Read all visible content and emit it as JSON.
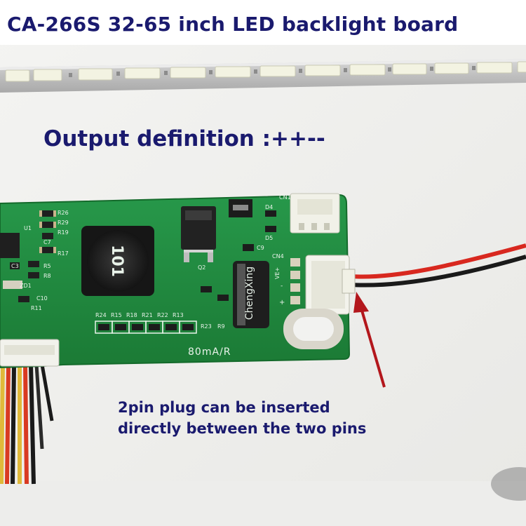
{
  "header": {
    "title": "CA-266S 32-65 inch LED backlight board"
  },
  "photo": {
    "subtitle": "Output definition :++--",
    "callout": {
      "line1": "2pin plug can be inserted",
      "line2": "directly between the two pins"
    },
    "board_markings": {
      "inductor": "101",
      "capacitor": "ChengXing",
      "current": "80mA/R",
      "refs": [
        "R26",
        "R29",
        "R19",
        "R17",
        "R5",
        "R8",
        "C3",
        "C7",
        "C10",
        "R11",
        "U1",
        "ZD1",
        "R24",
        "R15",
        "R18",
        "R21",
        "R22",
        "R13",
        "R23",
        "R9",
        "Q2",
        "C9",
        "D4",
        "D5",
        "CN1",
        "CN4",
        "VE+",
        "-",
        "+"
      ]
    },
    "colors": {
      "text": "#1a1a6e",
      "pcb": "#1f8a3b",
      "arrow": "#b3171c",
      "led": "#f3f3e2"
    }
  }
}
